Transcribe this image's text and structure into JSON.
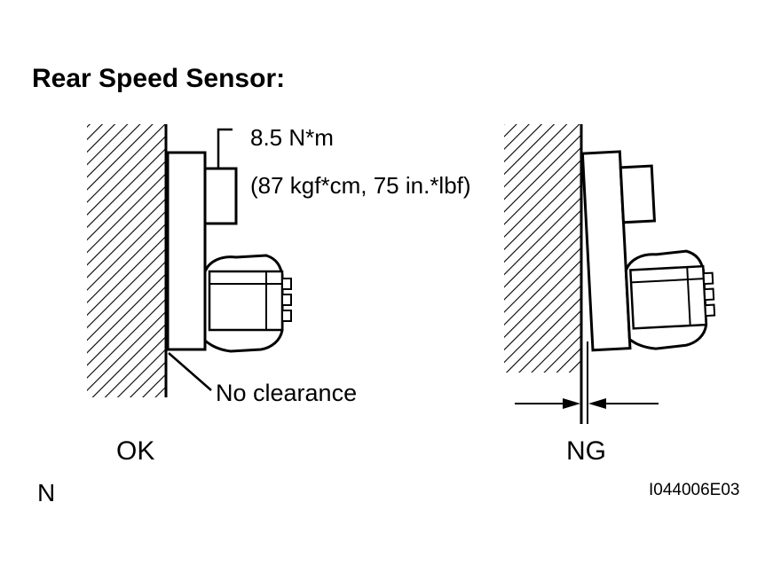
{
  "title": "Rear Speed Sensor:",
  "torque": {
    "value": "8.5 N*m",
    "alt_units": "(87 kgf*cm, 75 in.*lbf)"
  },
  "ok_view": {
    "callout": "No clearance",
    "label": "OK"
  },
  "ng_view": {
    "label": "NG"
  },
  "corner_mark": "N",
  "figure_code": "I044006E03",
  "colors": {
    "ink": "#000000",
    "paper": "#ffffff"
  }
}
